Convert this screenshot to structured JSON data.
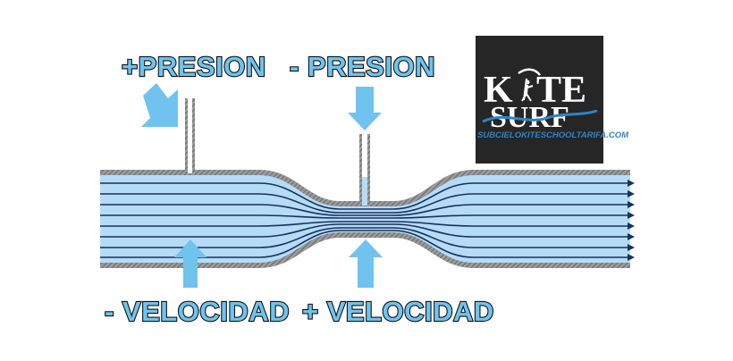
{
  "labels": {
    "pressure_high": "+PRESION",
    "pressure_low": "- PRESION",
    "velocity_low": "- VELOCIDAD",
    "velocity_high": "+ VELOCIDAD"
  },
  "logo": {
    "line1": "K",
    "line1_rest": "TE",
    "line2": "SURF",
    "url": "SUBCIELOKITESCHOOLTARIFA.COM"
  },
  "colors": {
    "fluid": "#b6dbf6",
    "streamline": "#16335c",
    "arrow": "#6fc3ee",
    "wall": "#7a7a7a",
    "logo_bg": "#262626",
    "logo_accent": "#2d84c8"
  },
  "icons": [
    "arrow-down-right-icon",
    "arrow-down-icon",
    "arrow-up-icon",
    "flow-arrowhead-icon",
    "kiter-icon"
  ]
}
